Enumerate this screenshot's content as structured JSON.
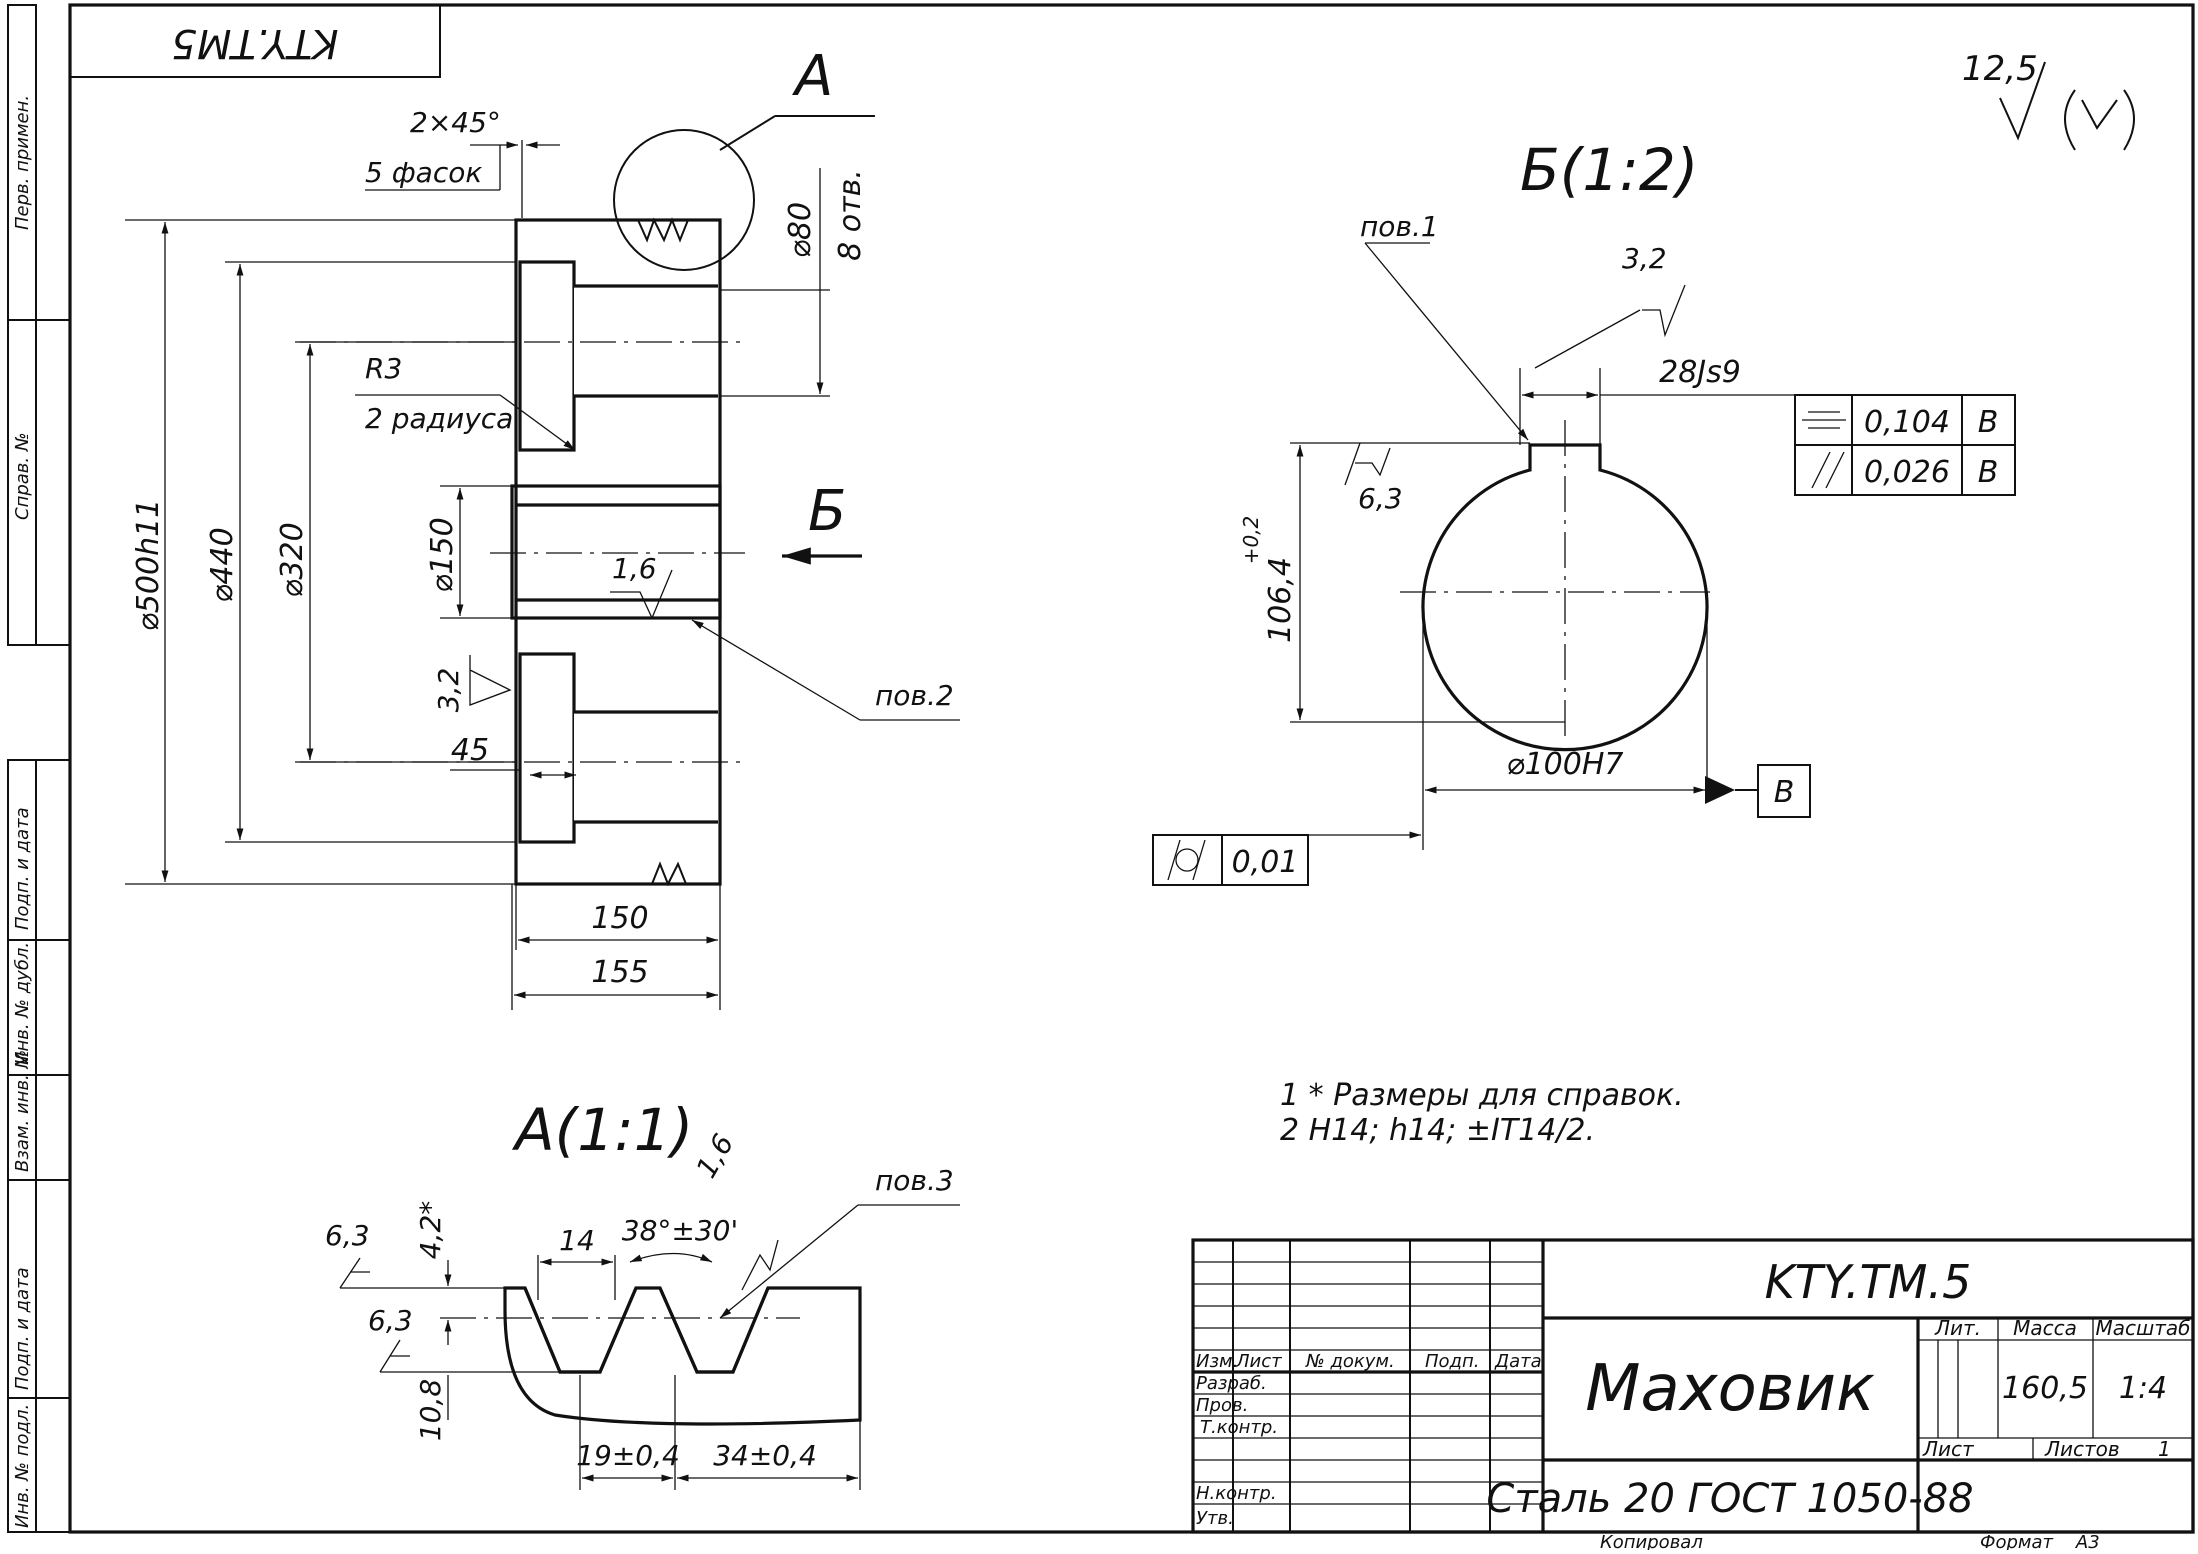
{
  "document": {
    "stamp_rotated": "KTY.TM5",
    "general_roughness": "12,5",
    "notes": [
      "1 * Размеры для справок.",
      "2   H14; h14; ±IT14/2."
    ]
  },
  "side_strip": {
    "labels": [
      "Перв. примен.",
      "Справ. №",
      "Подп. и дата",
      "Инв. № дубл.",
      "Взам. инв. №",
      "Подп. и дата",
      "Инв. № подл."
    ]
  },
  "main_view": {
    "callout_a": "A",
    "section_b": "Б",
    "chamfer": "2×45°",
    "chamfer_count": "5 фасок",
    "radius": "R3",
    "radius_count": "2 радиуса",
    "hole_dia": "⌀80",
    "hole_count": "8 отв.",
    "dia_500": "⌀500h11",
    "dia_440": "⌀440",
    "dia_320": "⌀320",
    "dia_150": "⌀150",
    "rough_16": "1,6",
    "rough_32": "3,2",
    "depth_45": "45",
    "width_150": "150",
    "width_155": "155",
    "surface_2": "пов.2"
  },
  "section_b": {
    "title": "Б(1:2)",
    "surface_1": "пов.1",
    "rough_32": "3,2",
    "key_width": "28Js9",
    "tol_sym_value": "0,104",
    "tol_sym_base": "B",
    "tol_par_value": "0,026",
    "tol_par_base": "B",
    "rough_63": "6,3",
    "key_depth": "106,4",
    "key_depth_tol": "+0,2",
    "bore": "⌀100H7",
    "datum": "B",
    "cyl_value": "0,01"
  },
  "detail_a": {
    "title": "A(1:1)",
    "rough_63_top": "6,3",
    "rough_63_bottom": "6,3",
    "depth_42": "4,2*",
    "width_14": "14",
    "angle": "38°±30'",
    "rough_16": "1,6",
    "surface_3": "пов.3",
    "height_108": "10,8",
    "pitch_19": "19±0,4",
    "offset_34": "34±0,4"
  },
  "title_block": {
    "designation": "KTY.TM.5",
    "part_name": "Маховик",
    "material": "Сталь 20 ГОСТ 1050-88",
    "col_headers": [
      "Изм.",
      "Лист",
      "№ докум.",
      "Подп.",
      "Дата"
    ],
    "rows": [
      "Разраб.",
      "Пров.",
      "Т.контр.",
      "Н.контр.",
      "Утв."
    ],
    "lit_label": "Лит.",
    "mass_label": "Масса",
    "scale_label": "Масштаб",
    "mass_value": "160,5",
    "scale_value": "1:4",
    "sheet_label": "Лист",
    "sheets_label": "Листов",
    "sheets_value": "1",
    "copied": "Копировал",
    "format": "Формат    A3"
  }
}
